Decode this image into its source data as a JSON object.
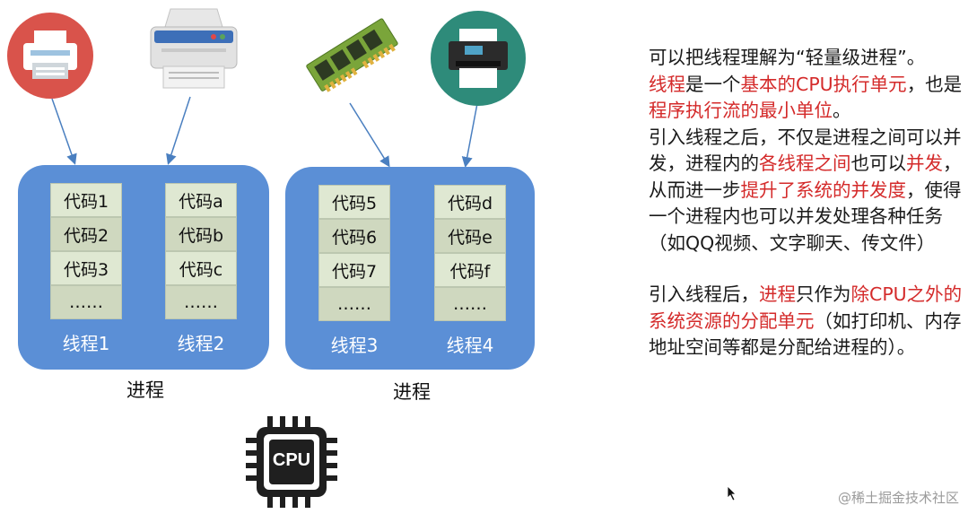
{
  "processes": [
    {
      "label": "进程",
      "threads": [
        {
          "label": "线程1",
          "codes": [
            "代码1",
            "代码2",
            "代码3",
            "……"
          ]
        },
        {
          "label": "线程2",
          "codes": [
            "代码a",
            "代码b",
            "代码c",
            "……"
          ]
        }
      ]
    },
    {
      "label": "进程",
      "threads": [
        {
          "label": "线程3",
          "codes": [
            "代码5",
            "代码6",
            "代码7",
            "……"
          ]
        },
        {
          "label": "线程4",
          "codes": [
            "代码d",
            "代码e",
            "代码f",
            "……"
          ]
        }
      ]
    }
  ],
  "cpu": {
    "label": "CPU"
  },
  "icons": [
    "printer-icon",
    "printer-icon",
    "memory-icon",
    "printer-icon"
  ],
  "colors": {
    "process_fill": "#5b8fd6",
    "code_cell": "#dfe8d2",
    "emphasis": "#d42a2a",
    "icon_red_circle": "#d9534b",
    "icon_teal_circle": "#2e8b7a"
  },
  "text": {
    "p1": [
      {
        "t": "可以把线程理解为“轻量级进程”。",
        "red": false
      }
    ],
    "p2": [
      {
        "t": "线程",
        "red": true
      },
      {
        "t": "是一个",
        "red": false
      },
      {
        "t": "基本的CPU执行单元",
        "red": true
      },
      {
        "t": "，也是",
        "red": false
      },
      {
        "t": "程序执行流的最小单位",
        "red": true
      },
      {
        "t": "。",
        "red": false
      }
    ],
    "p3": [
      {
        "t": "引入线程之后，不仅是进程之间可以并发，进程内的",
        "red": false
      },
      {
        "t": "各线程之间",
        "red": true
      },
      {
        "t": "也可以",
        "red": false
      },
      {
        "t": "并发",
        "red": true
      },
      {
        "t": "，从而进一步",
        "red": false
      },
      {
        "t": "提升了系统的并发度",
        "red": true
      },
      {
        "t": "，使得一个进程内也可以并发处理各种任务（如QQ视频、文字聊天、传文件）",
        "red": false
      }
    ],
    "p4": [
      {
        "t": "引入线程后，",
        "red": false
      },
      {
        "t": "进程",
        "red": true
      },
      {
        "t": "只作为",
        "red": false
      },
      {
        "t": "除CPU之外的系统资源的分配单元",
        "red": true
      },
      {
        "t": "（如打印机、内存地址空间等都是分配给进程的）。",
        "red": false
      }
    ]
  },
  "watermark": "@稀土掘金技术社区"
}
